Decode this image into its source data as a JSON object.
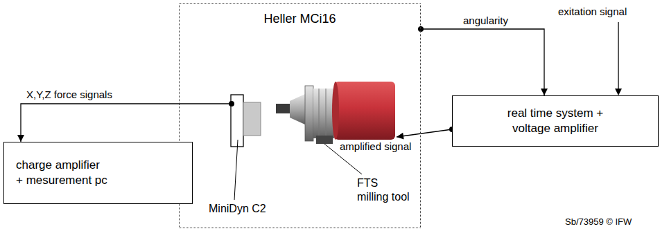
{
  "diagram": {
    "nodes": [
      {
        "text": [
          "Heller MCi16"
        ]
      },
      {
        "text": [
          "MiniDyn C2"
        ],
        "in": 0
      },
      {
        "text": [
          "FTS milling tool"
        ],
        "in": 0
      },
      {
        "text": [
          "charge amplifier + mesurement pc"
        ]
      },
      {
        "text": [
          "real time system + voltage amplifier"
        ]
      }
    ],
    "edges": [
      {
        "from": 1,
        "to": 3,
        "label": "X,Y,Z force signals",
        "arrow": "to"
      },
      {
        "from": 0,
        "to": 4,
        "label": "angularity",
        "arrow": "to"
      },
      {
        "from": 4,
        "to": 2,
        "label": "amplified signal",
        "arrow": "to"
      }
    ],
    "labels": [
      "exitation signal",
      "Sb/73959 © IFW"
    ]
  }
}
